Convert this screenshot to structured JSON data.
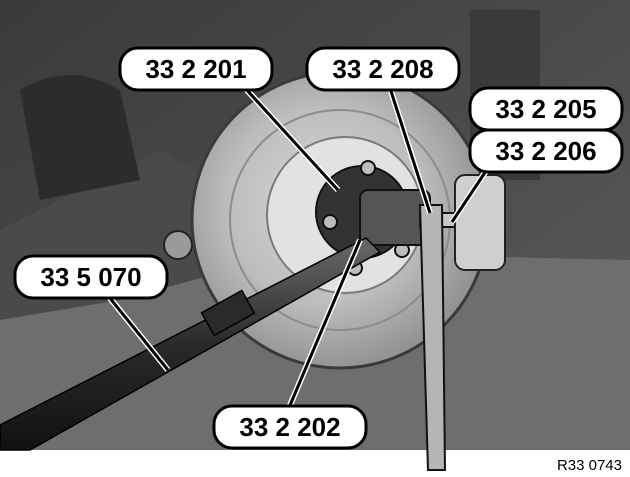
{
  "callouts": {
    "tool_201": "33 2 201",
    "tool_208": "33 2 208",
    "tool_205": "33 2 205",
    "tool_206": "33 2 206",
    "tool_070": "33 5 070",
    "tool_202": "33 2 202"
  },
  "figure_ref": "R33 0743",
  "colors": {
    "background": "#ffffff",
    "callout_stroke": "#000000",
    "callout_fill": "#ffffff"
  }
}
